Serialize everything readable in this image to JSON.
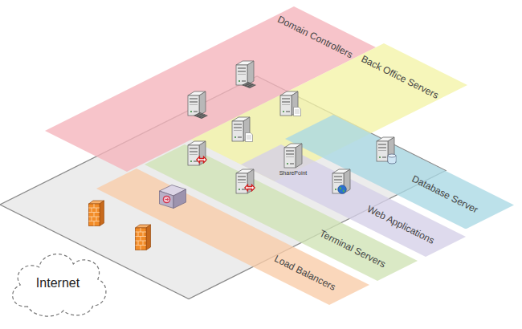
{
  "diagram": {
    "nodes": [
      {
        "text": [
          "Domain Controllers"
        ]
      },
      {
        "text": [
          "Back Office Servers"
        ]
      },
      {
        "text": [
          "Database Server"
        ]
      },
      {
        "text": [
          "Web Applications"
        ]
      },
      {
        "text": [
          "Terminal Servers"
        ]
      },
      {
        "text": [
          "Load Balancers"
        ]
      },
      {
        "text": [
          "Internet"
        ]
      }
    ],
    "labels": [
      "SharePoint"
    ]
  }
}
